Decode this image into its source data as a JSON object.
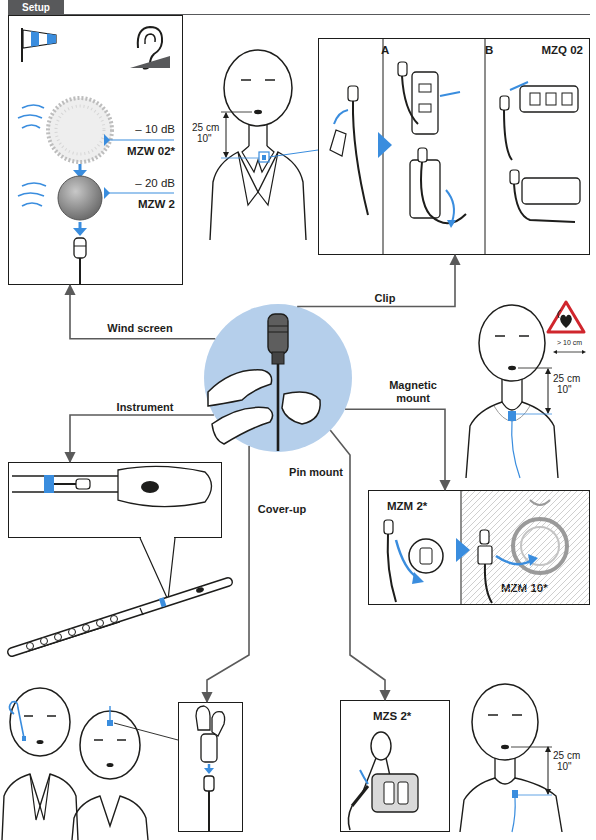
{
  "diagram": {
    "title": "Setup",
    "nodes": [
      {
        "text": [
          "– 10 dB",
          "MZW 02*",
          "– 20 dB",
          "MZW 2"
        ]
      },
      {
        "text": [
          "A",
          "B",
          "MZQ 02"
        ]
      },
      {
        "text": []
      },
      {
        "text": []
      },
      {
        "text": [
          "MZM 2*",
          "MZM 10*"
        ]
      },
      {
        "text": []
      },
      {
        "text": [
          "MZS 2*"
        ]
      }
    ],
    "edges": [
      {
        "from": 2,
        "to": 0,
        "arrow": "to",
        "label": "Wind screen"
      },
      {
        "from": 2,
        "to": 1,
        "arrow": "to",
        "label": "Clip"
      },
      {
        "from": 2,
        "to": 3,
        "arrow": "to",
        "label": "Instrument"
      },
      {
        "from": 2,
        "to": 4,
        "arrow": "to",
        "label": "Magnetic mount"
      },
      {
        "from": 2,
        "to": 5,
        "arrow": "to",
        "label": "Cover-up"
      },
      {
        "from": 2,
        "to": 6,
        "arrow": "to",
        "label": "Pin mount"
      }
    ],
    "labels": [
      "25 cm",
      "10\"",
      "> 10 cm",
      "25 cm",
      "10\"",
      "25 cm",
      "10\""
    ]
  }
}
